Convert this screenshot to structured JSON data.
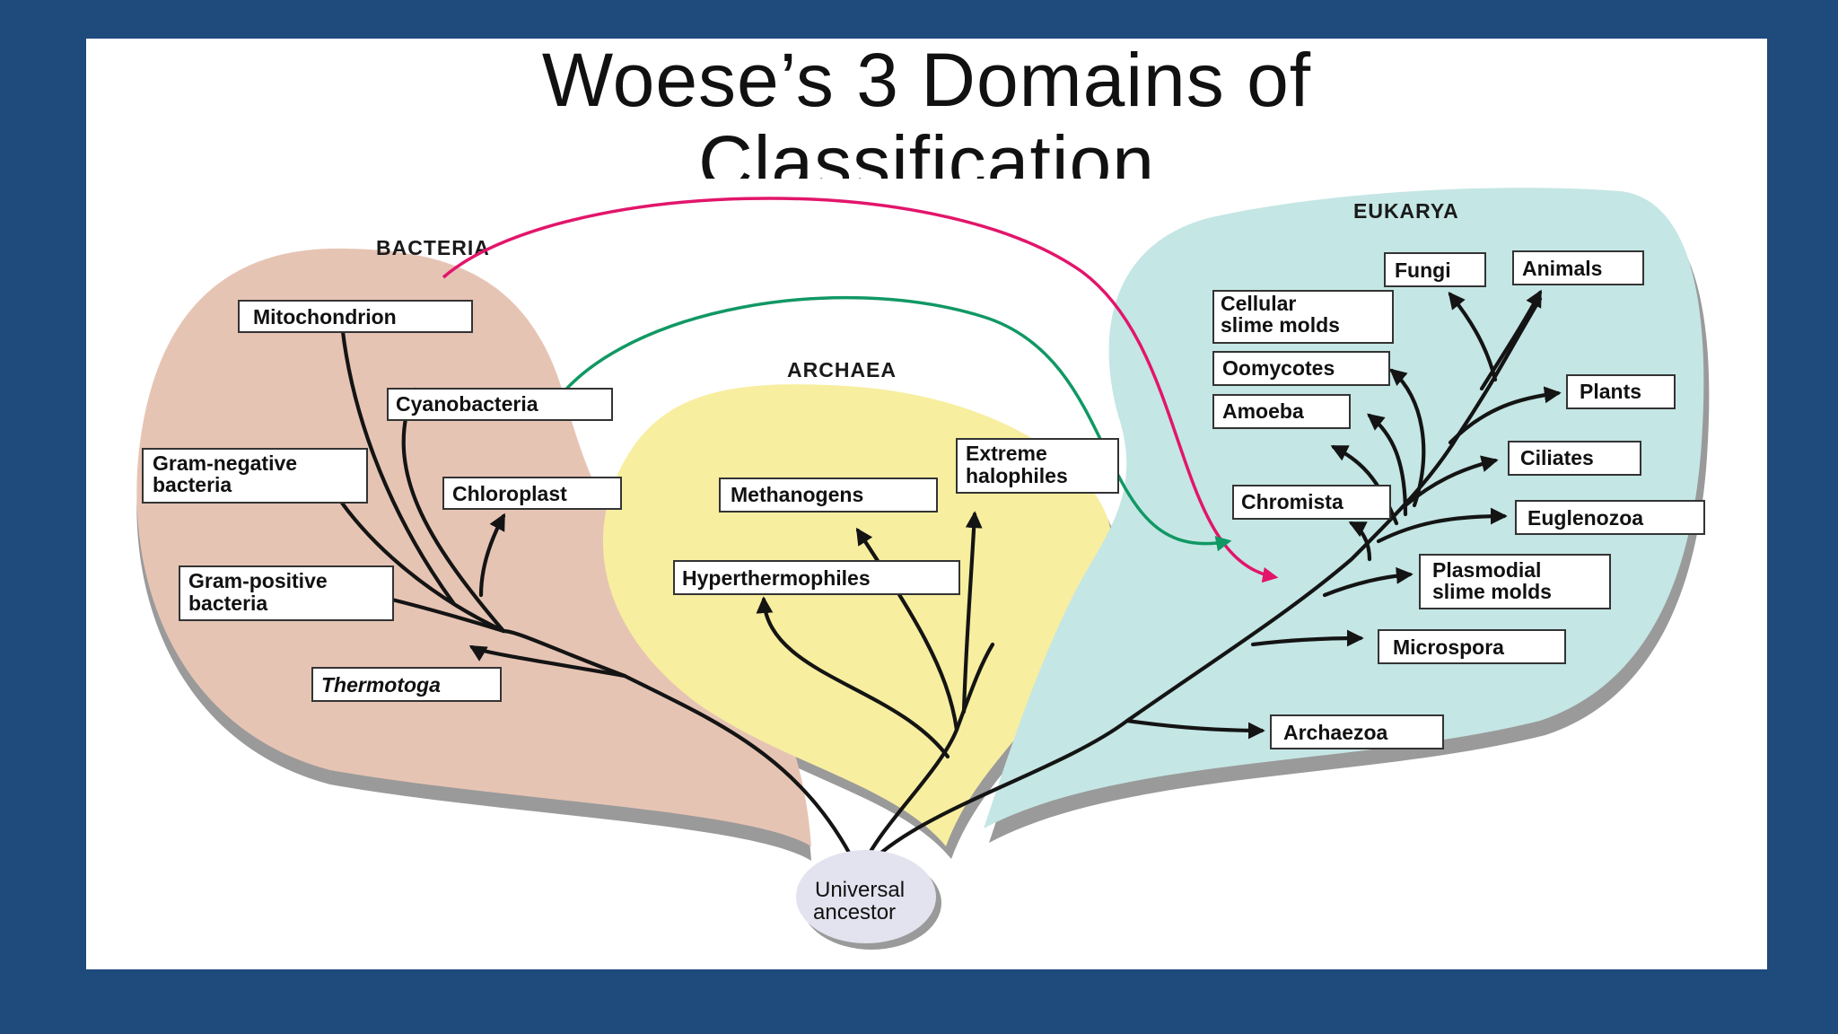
{
  "title": {
    "line1": "Woese’s 3 Domains of",
    "line2": "Classification"
  },
  "domains": {
    "bacteria": "BACTERIA",
    "archaea": "ARCHAEA",
    "eukarya": "EUKARYA"
  },
  "root": {
    "line1": "Universal",
    "line2": "ancestor"
  },
  "bacteria_nodes": {
    "mitochondrion": "Mitochondrion",
    "cyanobacteria": "Cyanobacteria",
    "gram_negative": {
      "line1": "Gram-negative",
      "line2": "bacteria"
    },
    "chloroplast": "Chloroplast",
    "gram_positive": {
      "line1": "Gram-positive",
      "line2": "bacteria"
    },
    "thermotoga": "Thermotoga"
  },
  "archaea_nodes": {
    "extreme_halophiles": {
      "line1": "Extreme",
      "line2": "halophiles"
    },
    "methanogens": "Methanogens",
    "hyperthermophiles": "Hyperthermophiles"
  },
  "eukarya_nodes": {
    "fungi": "Fungi",
    "animals": "Animals",
    "cellular_slime_molds": {
      "line1": "Cellular",
      "line2": "slime molds"
    },
    "oomycotes": "Oomycotes",
    "plants": "Plants",
    "amoeba": "Amoeba",
    "ciliates": "Ciliates",
    "chromista": "Chromista",
    "euglenozoa": "Euglenozoa",
    "plasmodial_slime_molds": {
      "line1": "Plasmodial",
      "line2": "slime molds"
    },
    "microspora": "Microspora",
    "archaezoa": "Archaezoa"
  },
  "colors": {
    "background": "#1f4a7c",
    "slide": "#ffffff",
    "bacteria_fill": "#e6c4b4",
    "archaea_fill": "#f7eea0",
    "eukarya_fill": "#c4e6e4",
    "shadow": "#9a9a9a",
    "endosymbiosis_mitochondrion": "#e2156b",
    "endosymbiosis_chloroplast": "#119864",
    "root_fill": "#e3e3ef"
  }
}
